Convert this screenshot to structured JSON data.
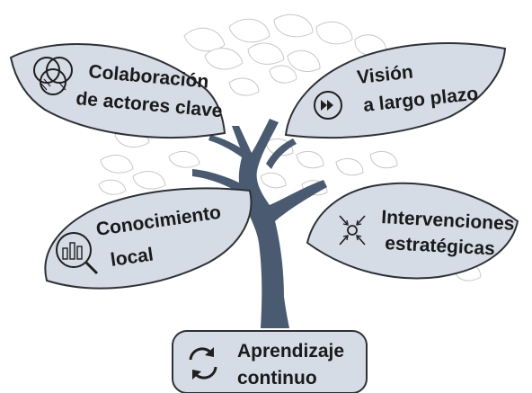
{
  "colors": {
    "leaf_fill": "#d5dce6",
    "leaf_stroke": "#2e3136",
    "trunk": "#4a5a70",
    "background_leaf_stroke": "#c8c8c8",
    "text": "#1a1a1a"
  },
  "nodes": {
    "collaboration": {
      "line1": "Colaboración",
      "line2": "de actores clave",
      "icon": "venn-circles-icon"
    },
    "vision": {
      "line1": "Visión",
      "line2": "a largo plazo",
      "icon": "fast-forward-icon"
    },
    "local_knowledge": {
      "line1": "Conocimiento",
      "line2": "local",
      "icon": "magnifier-chart-icon"
    },
    "interventions": {
      "line1": "Intervenciones",
      "line2": "estratégicas",
      "icon": "converge-arrows-icon"
    },
    "learning": {
      "line1": "Aprendizaje",
      "line2": "continuo",
      "icon": "refresh-cycle-icon"
    }
  }
}
